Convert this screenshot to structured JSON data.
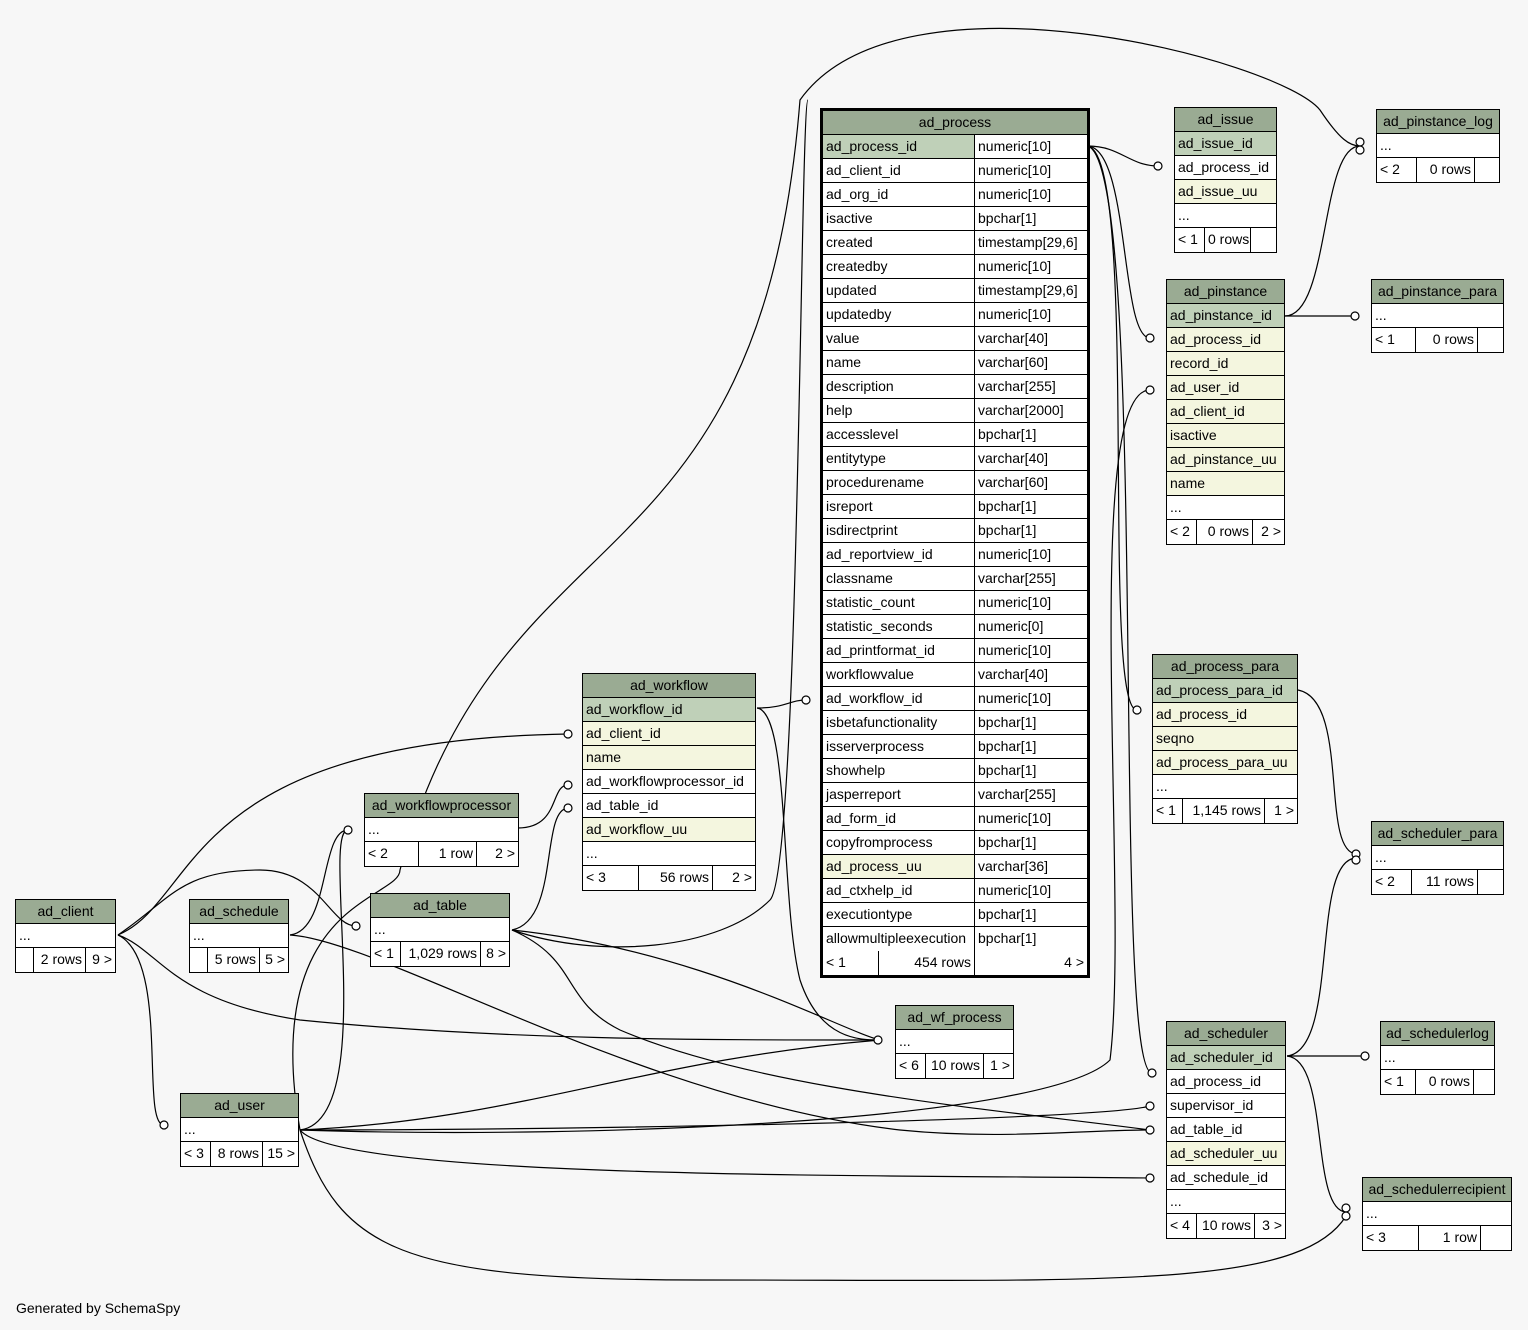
{
  "footer": "Generated by SchemaSpy",
  "colors": {
    "header": "#9aab93",
    "primary_key": "#bfd0b8",
    "indexed": "#f4f6df",
    "background": "#f7f7f7"
  },
  "tables": {
    "ad_process": {
      "name": "ad_process",
      "columns": [
        {
          "name": "ad_process_id",
          "type": "numeric[10]"
        },
        {
          "name": "ad_client_id",
          "type": "numeric[10]"
        },
        {
          "name": "ad_org_id",
          "type": "numeric[10]"
        },
        {
          "name": "isactive",
          "type": "bpchar[1]"
        },
        {
          "name": "created",
          "type": "timestamp[29,6]"
        },
        {
          "name": "createdby",
          "type": "numeric[10]"
        },
        {
          "name": "updated",
          "type": "timestamp[29,6]"
        },
        {
          "name": "updatedby",
          "type": "numeric[10]"
        },
        {
          "name": "value",
          "type": "varchar[40]"
        },
        {
          "name": "name",
          "type": "varchar[60]"
        },
        {
          "name": "description",
          "type": "varchar[255]"
        },
        {
          "name": "help",
          "type": "varchar[2000]"
        },
        {
          "name": "accesslevel",
          "type": "bpchar[1]"
        },
        {
          "name": "entitytype",
          "type": "varchar[40]"
        },
        {
          "name": "procedurename",
          "type": "varchar[60]"
        },
        {
          "name": "isreport",
          "type": "bpchar[1]"
        },
        {
          "name": "isdirectprint",
          "type": "bpchar[1]"
        },
        {
          "name": "ad_reportview_id",
          "type": "numeric[10]"
        },
        {
          "name": "classname",
          "type": "varchar[255]"
        },
        {
          "name": "statistic_count",
          "type": "numeric[10]"
        },
        {
          "name": "statistic_seconds",
          "type": "numeric[0]"
        },
        {
          "name": "ad_printformat_id",
          "type": "numeric[10]"
        },
        {
          "name": "workflowvalue",
          "type": "varchar[40]"
        },
        {
          "name": "ad_workflow_id",
          "type": "numeric[10]"
        },
        {
          "name": "isbetafunctionality",
          "type": "bpchar[1]"
        },
        {
          "name": "isserverprocess",
          "type": "bpchar[1]"
        },
        {
          "name": "showhelp",
          "type": "bpchar[1]"
        },
        {
          "name": "jasperreport",
          "type": "varchar[255]"
        },
        {
          "name": "ad_form_id",
          "type": "numeric[10]"
        },
        {
          "name": "copyfromprocess",
          "type": "bpchar[1]"
        },
        {
          "name": "ad_process_uu",
          "type": "varchar[36]"
        },
        {
          "name": "ad_ctxhelp_id",
          "type": "numeric[10]"
        },
        {
          "name": "executiontype",
          "type": "bpchar[1]"
        },
        {
          "name": "allowmultipleexecution",
          "type": "bpchar[1]"
        }
      ],
      "footer": [
        "< 1",
        "454 rows",
        "4 >"
      ]
    },
    "ad_issue": {
      "name": "ad_issue",
      "columns": [
        "ad_issue_id",
        "ad_process_id",
        "ad_issue_uu",
        "..."
      ],
      "footer": [
        "< 1",
        "0 rows",
        ""
      ]
    },
    "ad_pinstance_log": {
      "name": "ad_pinstance_log",
      "columns": [
        "..."
      ],
      "footer": [
        "< 2",
        "0 rows",
        ""
      ]
    },
    "ad_pinstance": {
      "name": "ad_pinstance",
      "columns": [
        "ad_pinstance_id",
        "ad_process_id",
        "record_id",
        "ad_user_id",
        "ad_client_id",
        "isactive",
        "ad_pinstance_uu",
        "name",
        "..."
      ],
      "footer": [
        "< 2",
        "0 rows",
        "2 >"
      ]
    },
    "ad_pinstance_para": {
      "name": "ad_pinstance_para",
      "columns": [
        "..."
      ],
      "footer": [
        "< 1",
        "0 rows",
        ""
      ]
    },
    "ad_process_para": {
      "name": "ad_process_para",
      "columns": [
        "ad_process_para_id",
        "ad_process_id",
        "seqno",
        "ad_process_para_uu",
        "..."
      ],
      "footer": [
        "< 1",
        "1,145 rows",
        "1 >"
      ]
    },
    "ad_scheduler_para": {
      "name": "ad_scheduler_para",
      "columns": [
        "..."
      ],
      "footer": [
        "< 2",
        "11 rows",
        ""
      ]
    },
    "ad_workflow": {
      "name": "ad_workflow",
      "columns": [
        "ad_workflow_id",
        "ad_client_id",
        "name",
        "ad_workflowprocessor_id",
        "ad_table_id",
        "ad_workflow_uu",
        "..."
      ],
      "footer": [
        "< 3",
        "56 rows",
        "2 >"
      ]
    },
    "ad_workflowprocessor": {
      "name": "ad_workflowprocessor",
      "columns": [
        "..."
      ],
      "footer": [
        "< 2",
        "1 row",
        "2 >"
      ]
    },
    "ad_table": {
      "name": "ad_table",
      "columns": [
        "..."
      ],
      "footer": [
        "< 1",
        "1,029 rows",
        "8 >"
      ]
    },
    "ad_client": {
      "name": "ad_client",
      "columns": [
        "..."
      ],
      "footer": [
        "",
        "2 rows",
        "9 >"
      ]
    },
    "ad_schedule": {
      "name": "ad_schedule",
      "columns": [
        "..."
      ],
      "footer": [
        "",
        "5 rows",
        "5 >"
      ]
    },
    "ad_user": {
      "name": "ad_user",
      "columns": [
        "..."
      ],
      "footer": [
        "< 3",
        "8 rows",
        "15 >"
      ]
    },
    "ad_wf_process": {
      "name": "ad_wf_process",
      "columns": [
        "..."
      ],
      "footer": [
        "< 6",
        "10 rows",
        "1 >"
      ]
    },
    "ad_scheduler": {
      "name": "ad_scheduler",
      "columns": [
        "ad_scheduler_id",
        "ad_process_id",
        "supervisor_id",
        "ad_table_id",
        "ad_scheduler_uu",
        "ad_schedule_id",
        "..."
      ],
      "footer": [
        "< 4",
        "10 rows",
        "3 >"
      ]
    },
    "ad_schedulerlog": {
      "name": "ad_schedulerlog",
      "columns": [
        "..."
      ],
      "footer": [
        "< 1",
        "0 rows",
        ""
      ]
    },
    "ad_schedulerrecipient": {
      "name": "ad_schedulerrecipient",
      "columns": [
        "..."
      ],
      "footer": [
        "< 3",
        "1 row",
        ""
      ]
    }
  }
}
